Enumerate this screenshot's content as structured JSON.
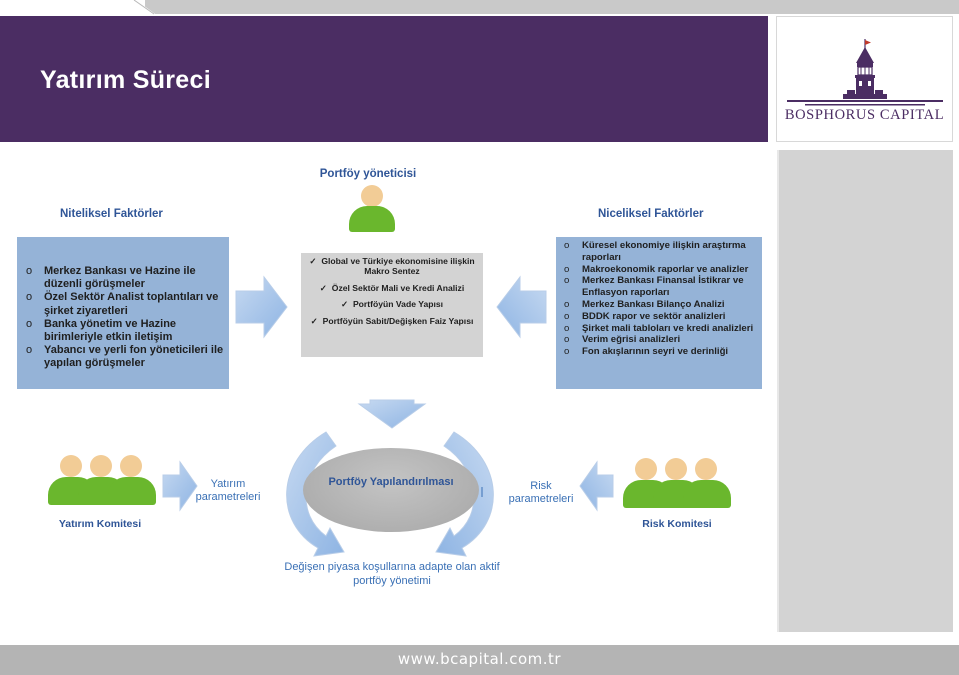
{
  "header": {
    "title": "Yatırım Süreci"
  },
  "logo": {
    "text": "BOSPHORUS CAPITAL",
    "icon": "tower-icon"
  },
  "footer": {
    "url": "www.bcapital.com.tr"
  },
  "diagram": {
    "portfolio_manager_label": "Portföy yöneticisi",
    "qualitative": {
      "title": "Niteliksel Faktörler",
      "items": [
        "Merkez Bankası ve Hazine ile düzenli görüşmeler",
        "Özel Sektör Analist toplantıları ve şirket ziyaretleri",
        "Banka yönetim ve Hazine birimleriyle etkin iletişim",
        "Yabancı ve yerli fon yöneticileri ile yapılan görüşmeler"
      ]
    },
    "quantitative": {
      "title": "Niceliksel Faktörler",
      "items": [
        "Küresel ekonomiye ilişkin araştırma raporları",
        "Makroekonomik raporlar ve analizler",
        "Merkez Bankası Finansal İstikrar ve Enflasyon raporları",
        "Merkez Bankası Bilanço Analizi",
        "BDDK rapor ve sektör analizleri",
        "Şirket mali tabloları ve kredi analizleri",
        "Verim eğrisi analizleri",
        "Fon akışlarının seyri ve derinliği"
      ]
    },
    "center_box": {
      "items": [
        "Global ve Türkiye ekonomisine ilişkin Makro Sentez",
        "Özel Sektör Mali ve Kredi Analizi",
        "Portföyün Vade Yapısı",
        "Portföyün Sabit/Değişken Faiz Yapısı"
      ]
    },
    "investment_committee": {
      "label": "Yatırım Komitesi",
      "params": "Yatırım parametreleri"
    },
    "risk_committee": {
      "label": "Risk Komitesi",
      "params": "Risk parametreleri"
    },
    "center_ellipse": "Portföy Yapılandırılması",
    "bottom_caption": "Değişen piyasa koşullarına adapte olan aktif portföy yönetimi"
  },
  "colors": {
    "header_purple": "#4b2d63",
    "box_blue": "#95b3d7",
    "arrow_blue": "#8eb4e3",
    "text_blue": "#2f5597",
    "person_green": "#6ab72d",
    "person_skin": "#f2cc96"
  }
}
